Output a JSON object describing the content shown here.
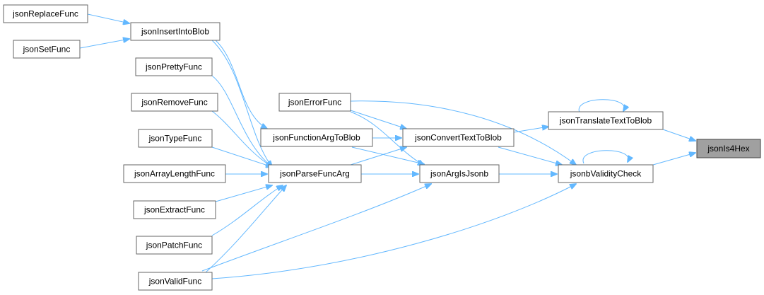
{
  "colors": {
    "edge": "#63b8ff",
    "node_border": "#666666",
    "node_fill": "#ffffff",
    "highlight_fill": "#a0a0a0"
  },
  "nodes": {
    "jsonReplaceFunc": "jsonReplaceFunc",
    "jsonSetFunc": "jsonSetFunc",
    "jsonInsertIntoBlob": "jsonInsertIntoBlob",
    "jsonPrettyFunc": "jsonPrettyFunc",
    "jsonRemoveFunc": "jsonRemoveFunc",
    "jsonTypeFunc": "jsonTypeFunc",
    "jsonArrayLengthFunc": "jsonArrayLengthFunc",
    "jsonExtractFunc": "jsonExtractFunc",
    "jsonPatchFunc": "jsonPatchFunc",
    "jsonValidFunc": "jsonValidFunc",
    "jsonErrorFunc": "jsonErrorFunc",
    "jsonFunctionArgToBlob": "jsonFunctionArgToBlob",
    "jsonParseFuncArg": "jsonParseFuncArg",
    "jsonConvertTextToBlob": "jsonConvertTextToBlob",
    "jsonArgIsJsonb": "jsonArgIsJsonb",
    "jsonTranslateTextToBlob": "jsonTranslateTextToBlob",
    "jsonbValidityCheck": "jsonbValidityCheck",
    "jsonIs4Hex": "jsonIs4Hex"
  },
  "highlighted_node": "jsonIs4Hex"
}
